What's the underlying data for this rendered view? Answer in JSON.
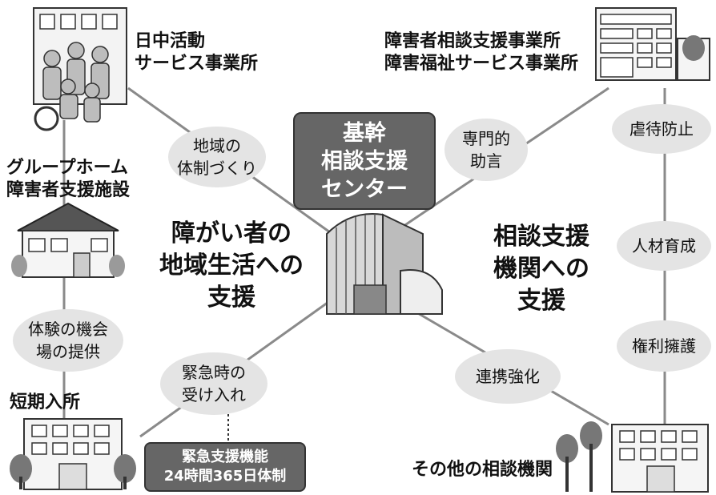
{
  "center": {
    "box_label": "基幹\n相談支援\nセンター"
  },
  "sections": {
    "left_title": "障がい者の\n地域生活への\n支援",
    "right_title": "相談支援\n機関への\n支援"
  },
  "nodes": {
    "day_activity": "日中活動\nサービス事業所",
    "group_home": "グループホーム\n障害者支援施設",
    "short_stay": "短期入所",
    "counseling_office": "障害者相談支援事業所\n障害福祉サービス事業所",
    "other_agencies": "その他の相談機関"
  },
  "ellipses": {
    "community": "地域の\n体制づくり",
    "expert": "専門的\n助言",
    "experience": "体験の機会\n場の提供",
    "emergency": "緊急時の\n受け入れ",
    "cooperation": "連携強化",
    "abuse": "虐待防止",
    "hr": "人材育成",
    "rights": "権利擁護"
  },
  "emergency_box": {
    "line1": "緊急支援機能",
    "line2": "24時間365日体制"
  }
}
